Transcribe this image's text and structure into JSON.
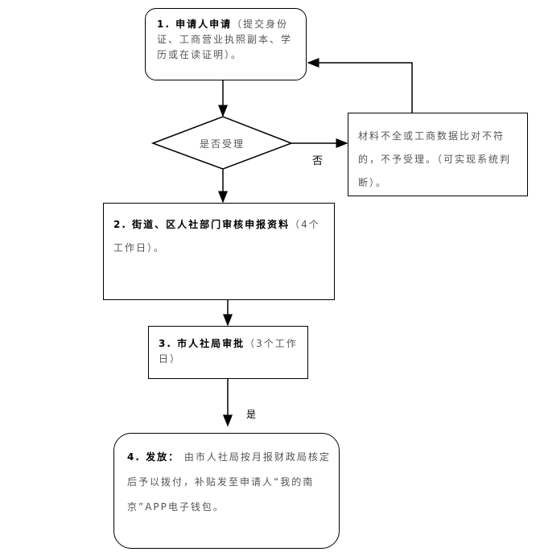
{
  "step1": {
    "title": "1. 申请人申请",
    "text": "（提交身份证、工商营业执照副本、学历或在读证明）。"
  },
  "decision": {
    "label": "是否受理",
    "no_label": "否"
  },
  "reject": {
    "text": "材料不全或工商数据比对不符的，不予受理。（可实现系统判断）。"
  },
  "step2": {
    "title": "2. 街道、区人社部门审核申报资料",
    "text": "（4个工作日）。"
  },
  "step3": {
    "title": "3. 市人社局审批",
    "text": "（3个工作日）"
  },
  "yes_label": "是",
  "step4": {
    "title": "4. 发放：",
    "text": " 由市人社局按月报财政局核定后予以拨付，补贴发至申请人“我的南京”APP电子钱包。"
  }
}
